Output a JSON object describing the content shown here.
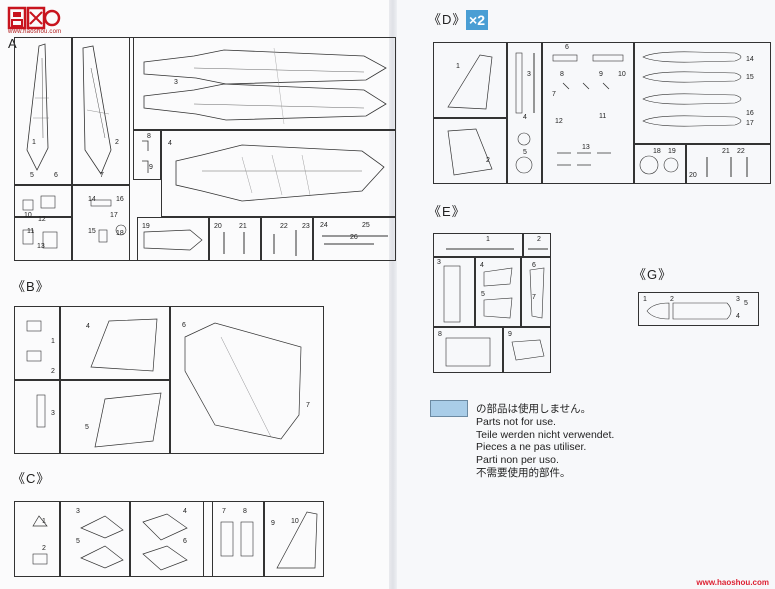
{
  "site": {
    "logo_text": "www.haoshou.com",
    "watermark": "www.haoshou.com"
  },
  "sections": {
    "a": "A",
    "b": "B",
    "c": "C",
    "d": "D",
    "e": "E",
    "g": "G"
  },
  "multiplier": "×2",
  "legend": {
    "japanese": "の部品は使用しません。",
    "english": "Parts not for use.",
    "german": "Teile werden nicht verwendet.",
    "french": "Pieces a ne pas utiliser.",
    "italian": "Parti non per uso.",
    "chinese": "不需要使用的部件。"
  },
  "labels": {
    "a": [
      "1",
      "2",
      "3",
      "4",
      "5",
      "6",
      "7",
      "8",
      "9",
      "10",
      "11",
      "12",
      "13",
      "14",
      "15",
      "16",
      "17",
      "18",
      "19",
      "20",
      "21",
      "22",
      "23",
      "24",
      "25",
      "26"
    ],
    "b": [
      "1",
      "2",
      "3",
      "4",
      "5",
      "6",
      "7"
    ],
    "c": [
      "1",
      "2",
      "3",
      "4",
      "5",
      "6",
      "7",
      "8",
      "9",
      "10"
    ],
    "d": [
      "1",
      "2",
      "3",
      "4",
      "5",
      "6",
      "7",
      "8",
      "9",
      "10",
      "11",
      "12",
      "13",
      "14",
      "15",
      "16",
      "17",
      "18",
      "19",
      "20",
      "21",
      "22"
    ],
    "e": [
      "1",
      "2",
      "3",
      "4",
      "5",
      "6",
      "7",
      "8",
      "9"
    ],
    "g": [
      "1",
      "2",
      "3",
      "4",
      "5"
    ]
  }
}
